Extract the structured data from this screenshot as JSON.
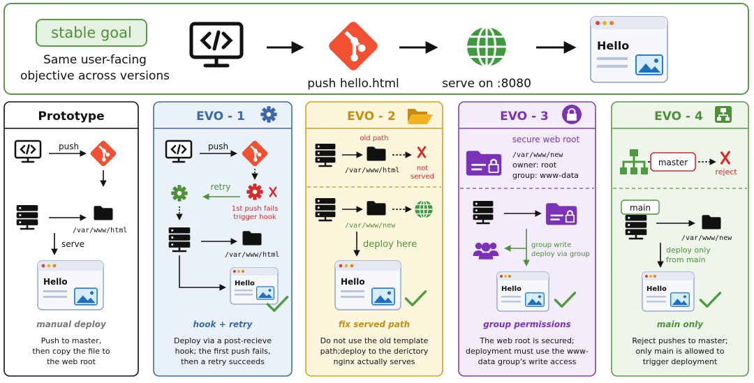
{
  "top": {
    "stable_goal": "stable goal",
    "desc_line1": "Same user-facing",
    "desc_line2": "objective across versions",
    "push_label": "push hello.html",
    "serve_label": "serve on :8080",
    "hello": "Hello"
  },
  "panels": [
    {
      "title": "Prototype",
      "caption": "manual deploy",
      "desc": [
        "Push to master,",
        "then copy the file to",
        "the web root"
      ],
      "push": "push",
      "path": "/var/www/html",
      "serve": "serve",
      "hello": "Hello"
    },
    {
      "title": "EVO - 1",
      "caption": "hook + retry",
      "desc": [
        "Deploy via a post-recieve",
        "hook; the first push fails,",
        "then a retry succeeds"
      ],
      "push": "push",
      "retry": "retry",
      "fail1": "1st push fails",
      "fail2": "trigger hook",
      "path": "/var/www/html",
      "hello": "Hello"
    },
    {
      "title": "EVO - 2",
      "caption": "fix served path",
      "desc": [
        "Do not use the old template",
        "path;deploy to the derictory",
        "nginx actually serves"
      ],
      "old_path": "old path",
      "path_old": "/var/www/html",
      "not1": "not",
      "not2": "served",
      "path_new": "/var/www/new",
      "deploy_here": "deploy here",
      "hello": "Hello"
    },
    {
      "title": "EVO - 3",
      "caption": "group permissions",
      "desc": [
        "The web root is secured;",
        "deployment must use the www-",
        "data group's write access"
      ],
      "secure": "secure web root",
      "path": "/var/www/new",
      "owner": "owner: root",
      "group": "group: www-data",
      "gw1": "group write",
      "gw2": "deploy via group",
      "hello": "Hello"
    },
    {
      "title": "EVO - 4",
      "caption": "main only",
      "desc": [
        "Reject pushes to master;",
        "only main is allowed to",
        "trigger deployment"
      ],
      "master": "master",
      "reject": "reject",
      "main": "main",
      "path": "/var/www/new",
      "d1": "deploy only",
      "d2": "from main",
      "hello": "Hello"
    }
  ],
  "colors": {
    "green_border": "#5a9a48",
    "green_text": "#4e8f3a",
    "red": "#d42b2b",
    "git": "#f05133",
    "blue_border": "#3e6aa8",
    "blue_bg": "#eaf1f9",
    "blue_title": "#3a68a8",
    "yellow_border": "#d3a21c",
    "yellow_bg": "#fdf6dc",
    "yellow_title": "#c09010",
    "purple_border": "#8040b8",
    "purple_bg": "#f3ecfa",
    "purple_title": "#7a32b8",
    "green_bg": "#eef5ea",
    "folder_yellow": "#f2b224"
  },
  "icons": [
    "code-monitor-icon",
    "git-icon",
    "globe-icon",
    "browser-window-icon",
    "gear-icon",
    "folder-icon",
    "lock-icon",
    "hierarchy-icon",
    "server-icon",
    "checkmark-icon",
    "cross-icon",
    "users-icon",
    "secure-folder-icon"
  ]
}
